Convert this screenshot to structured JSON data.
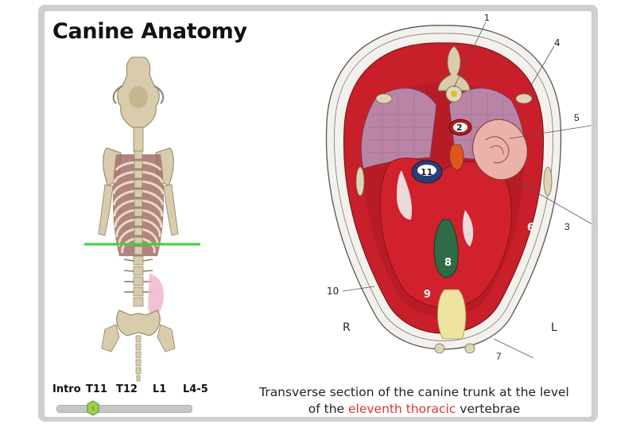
{
  "app": {
    "title": "Canine Anatomy"
  },
  "slider": {
    "stops": [
      "Intro",
      "T11",
      "T12",
      "L1",
      "L4-5"
    ],
    "selected": "T11",
    "thumb_glyph": "I"
  },
  "section_labels": {
    "l1": "1",
    "l2": "2",
    "l3": "3",
    "l4": "4",
    "l5": "5",
    "l6": "6",
    "l7": "7",
    "l8": "8",
    "l9": "9",
    "l10": "10",
    "l11": "11",
    "right": "R",
    "left": "L"
  },
  "caption": {
    "line1": "Transverse section of the canine trunk at the level",
    "line2_pre": "of the ",
    "line2_highlight": "eleventh thoracic",
    "line2_post": " vertebrae"
  },
  "colors": {
    "highlight": "#e0342a",
    "level_line": "#3ad13a",
    "bone": "#d8ccad",
    "muscle": "#c91f2a",
    "lung": "#b984a6"
  }
}
